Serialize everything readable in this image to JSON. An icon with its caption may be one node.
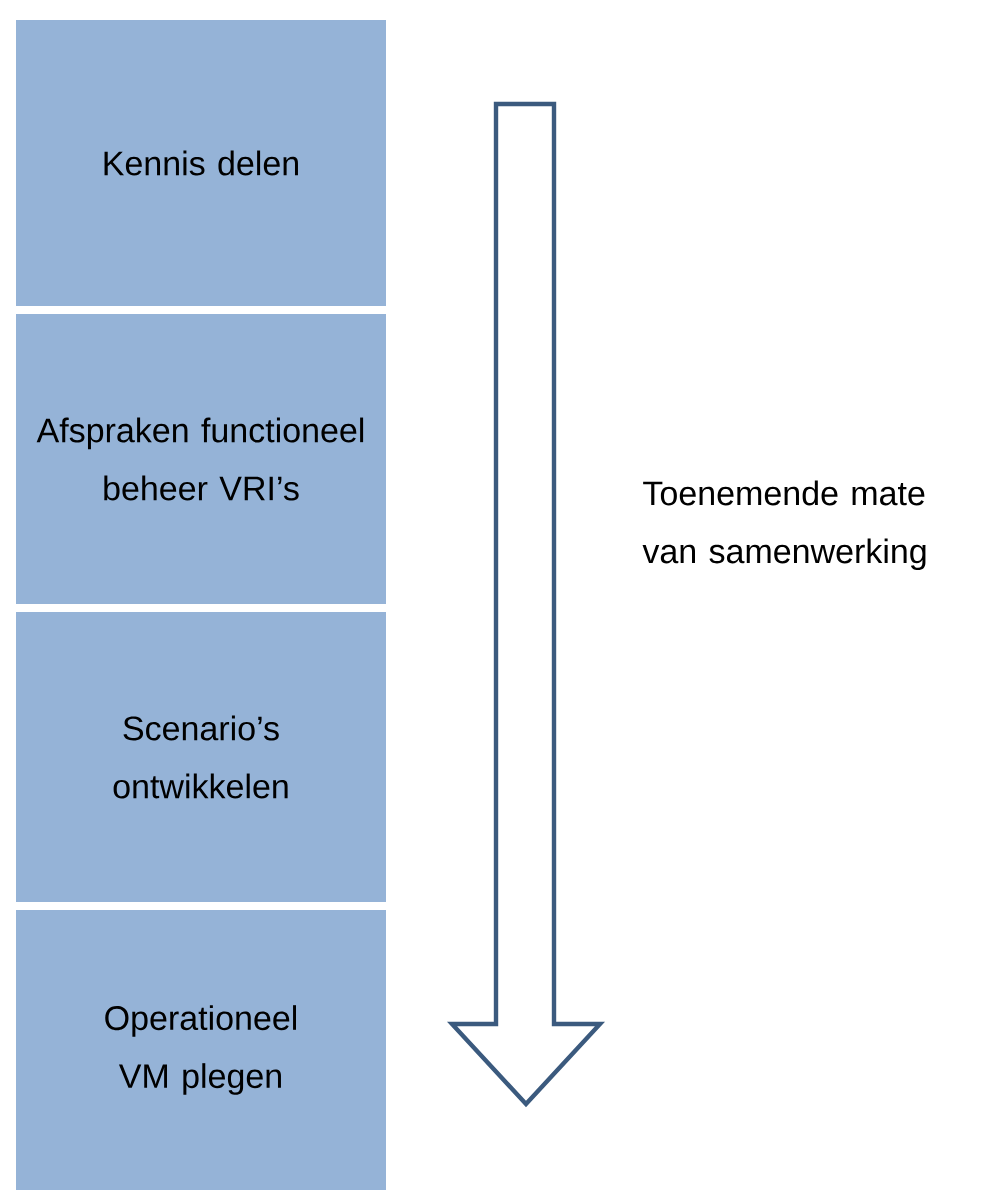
{
  "diagram": {
    "nodes": [
      {
        "text": [
          "Kennis delen"
        ]
      },
      {
        "text": [
          "Afspraken functioneel beheer VRI’s"
        ]
      },
      {
        "text": [
          "Scenario’s ontwikkelen"
        ]
      },
      {
        "text": [
          "Operationeel VM plegen"
        ]
      }
    ],
    "labels": [
      "Toenemende mate van samenwerking"
    ]
  }
}
